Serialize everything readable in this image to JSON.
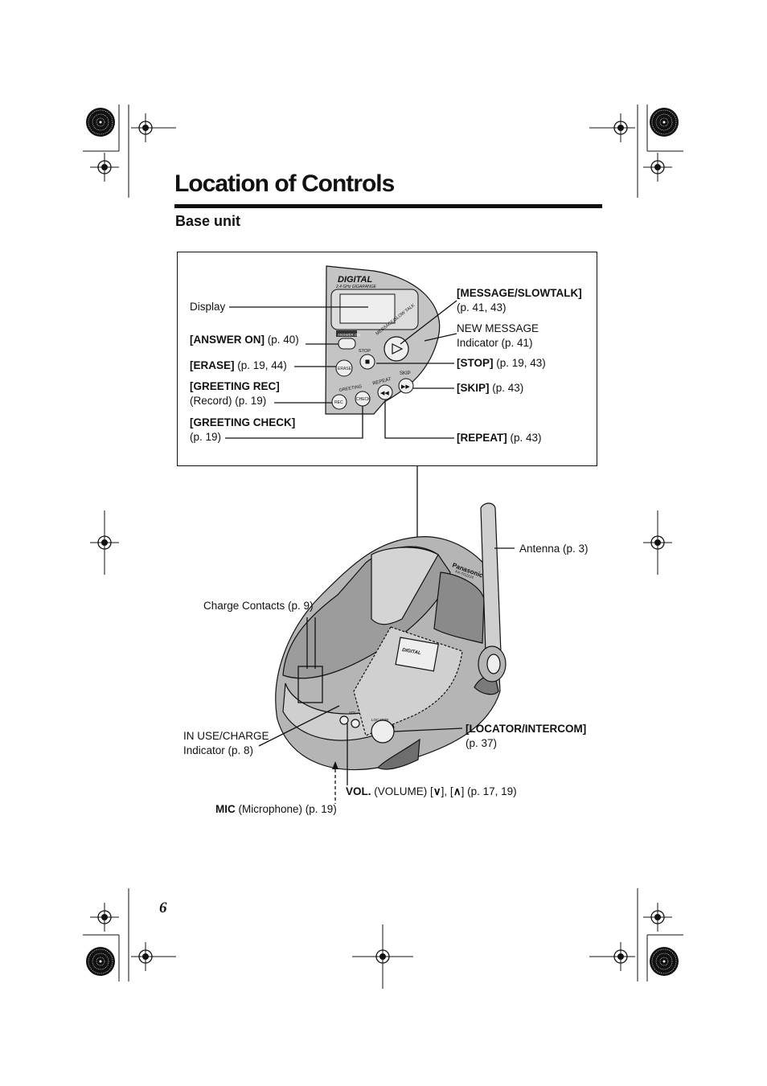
{
  "page": {
    "title": "Location of Controls",
    "subtitle": "Base unit",
    "page_number": "6"
  },
  "callouts": {
    "display": "Display",
    "answer_on": {
      "key": "[ANSWER ON]",
      "ref": " (p. 40)"
    },
    "erase": {
      "key": "[ERASE]",
      "ref": " (p. 19, 44)"
    },
    "greeting_rec": {
      "key": "[GREETING REC]",
      "line2": "(Record) (p. 19)"
    },
    "greeting_check": {
      "key": "[GREETING CHECK]",
      "line2": "(p. 19)"
    },
    "message_slowtalk": {
      "key": "[MESSAGE/SLOWTALK]",
      "line2": "(p. 41, 43)"
    },
    "new_message": {
      "line1": "NEW MESSAGE",
      "line2": "Indicator (p. 41)"
    },
    "stop": {
      "key": "[STOP]",
      "ref": " (p. 19, 43)"
    },
    "skip": {
      "key": "[SKIP]",
      "ref": " (p. 43)"
    },
    "repeat": {
      "key": "[REPEAT]",
      "ref": " (p. 43)"
    },
    "antenna": "Antenna (p. 3)",
    "charge_contacts": "Charge Contacts (p. 9)",
    "in_use_charge": {
      "line1": "IN USE/CHARGE",
      "line2": "Indicator (p. 8)"
    },
    "locator_intercom": {
      "key": "[LOCATOR/INTERCOM]",
      "line2": "(p. 37)"
    },
    "volume": {
      "key": "VOL.",
      "text": " (VOLUME) [",
      "down": "∨",
      "mid": "], [",
      "up": "∧",
      "end": "] (p. 17, 19)"
    },
    "mic": {
      "key": "MIC",
      "text": " (Microphone) (p. 19)"
    }
  },
  "device_markings": {
    "brand_digital": "DIGITAL",
    "band": "2.4 GHz GIGARANGE",
    "answer_on_key": "ANSWER ON",
    "stop_key": "STOP",
    "erase_key": "ERASE",
    "greeting_key": "GREETING",
    "rec_key": "REC",
    "check_key": "CHECK",
    "repeat_key": "REPEAT",
    "skip_key": "SKIP",
    "message_key": "MESSAGE/SLOW TALK",
    "base_brand": "Panasonic",
    "base_model": "KX-TG2224",
    "vol_key": "VOL",
    "locator_key": "LOCATOR"
  },
  "colors": {
    "ink": "#111111",
    "device_body": "#bdbdbd",
    "device_dark": "#8a8a8a",
    "panel_bg": "#ffffff"
  },
  "icons": [
    "crop-mark-icon",
    "registration-target-icon",
    "play-icon",
    "stop-icon",
    "skip-icon",
    "repeat-icon"
  ]
}
